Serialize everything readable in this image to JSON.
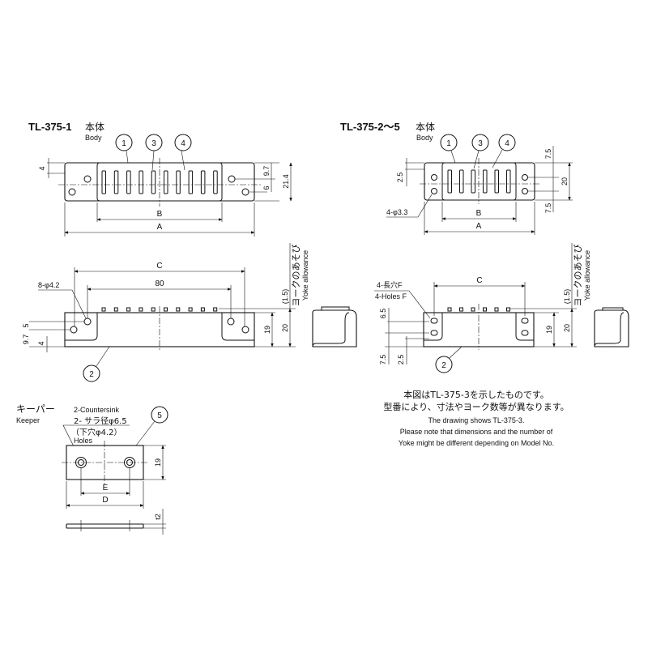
{
  "views": {
    "tl1_top": {
      "model": "TL-375-1",
      "jp": "本体",
      "en": "Body",
      "balloons": [
        "1",
        "3",
        "4"
      ],
      "dims": {
        "a": "A",
        "b": "B",
        "h1": "4",
        "h2": "9.7",
        "h3": "6",
        "h4": "21.4"
      }
    },
    "tl1_front": {
      "holes": "8-φ4.2",
      "c": "C",
      "span": "80",
      "d1": "5",
      "d2": "9.7",
      "d3": "4",
      "h19": "19",
      "h20": "20",
      "allow": "(1.5)",
      "allow_jp": "ヨークのあそび",
      "allow_en": "Yoke allowance",
      "balloon": "2"
    },
    "tl2_top": {
      "model": "TL-375-2～5",
      "jp": "本体",
      "en": "Body",
      "balloons": [
        "1",
        "3",
        "4"
      ],
      "holes": "4-φ3.3",
      "dims": {
        "a": "A",
        "b": "B",
        "top": "7.5",
        "h25": "2.5",
        "h20": "20",
        "bot": "7.5"
      }
    },
    "tl2_front": {
      "holes_jp": "4-長穴F",
      "holes_en": "4-Holes F",
      "c": "C",
      "d65": "6.5",
      "d75": "7.5",
      "d25": "2.5",
      "h19": "19",
      "h20": "20",
      "allow": "(1.5)",
      "allow_jp": "ヨークのあそび",
      "allow_en": "Yoke allowance",
      "balloon": "2"
    },
    "keeper": {
      "jp": "キーパー",
      "en": "Keeper",
      "cs1": "2-Countersink",
      "cs2": "2- サラ径φ6.5",
      "cs3": "（下穴φ4.2）",
      "cs4": "Holes",
      "balloon": "5",
      "e": "E",
      "d": "D",
      "h19": "19",
      "t": "t2"
    }
  },
  "notes": {
    "jp1": "本図はTL-375-3を示したものです。",
    "jp2": "型番により、寸法やヨーク数等が異なります。",
    "en1": "The drawing shows TL-375-3.",
    "en2": "Please note that dimensions and the number of",
    "en3": "Yoke might be different depending on Model No."
  }
}
